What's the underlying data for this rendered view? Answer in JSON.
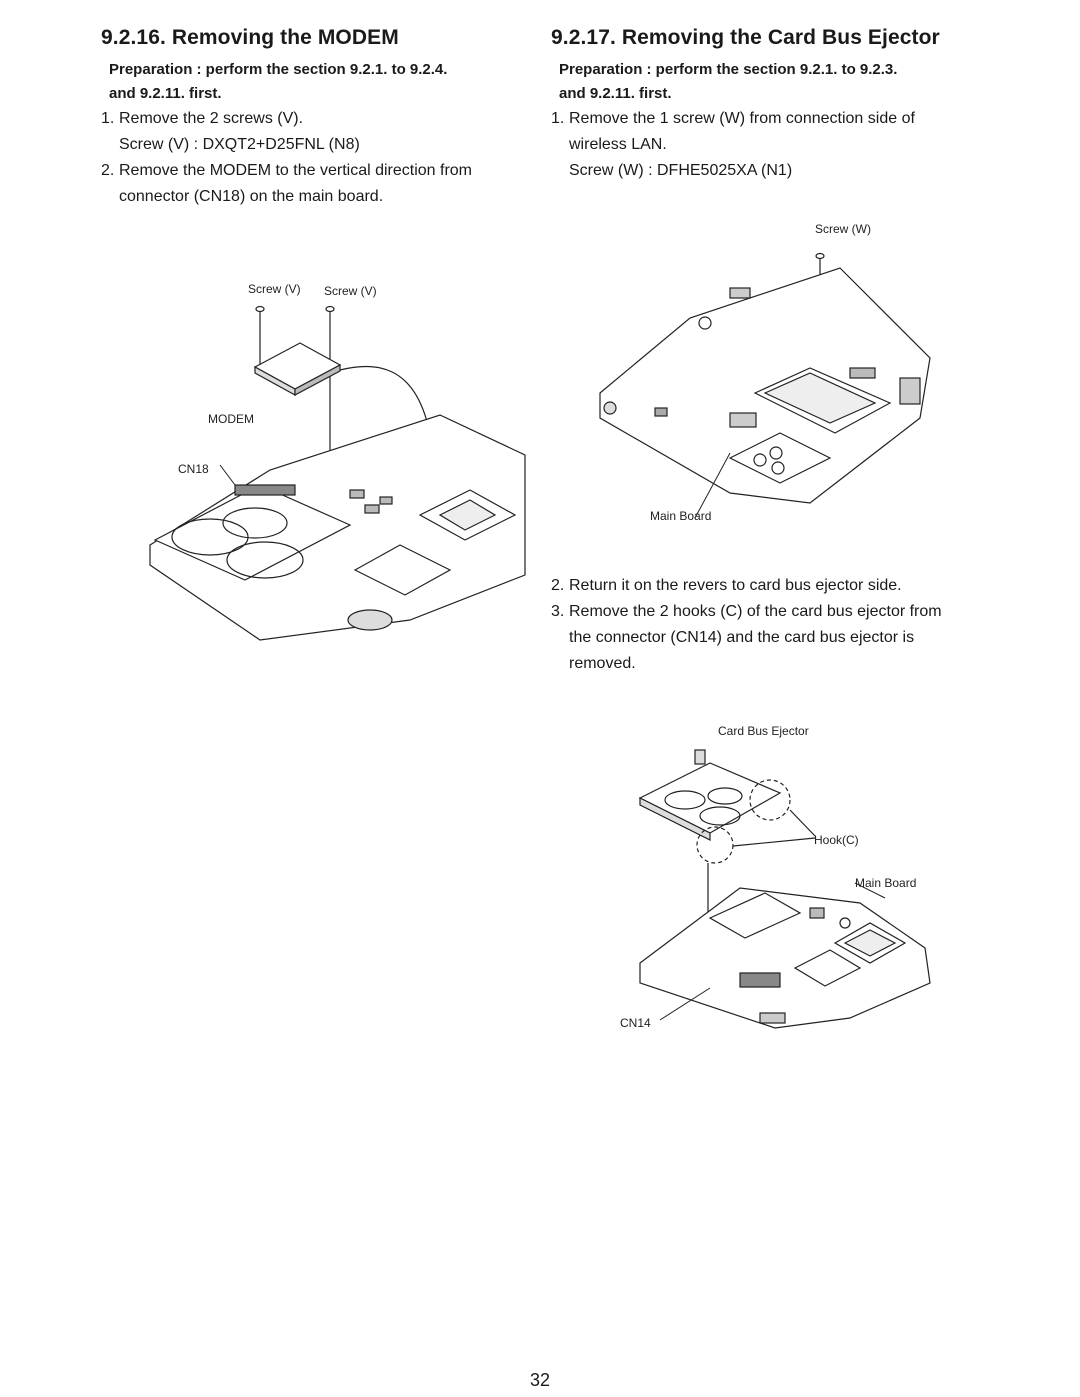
{
  "modem_section": {
    "title": "9.2.16.  Removing the MODEM",
    "preparation_line1": "Preparation : perform the section 9.2.1. to 9.2.4.",
    "preparation_line2": "and 9.2.11. first.",
    "step1_num": "1.",
    "step1_text": "Remove the 2 screws (V).",
    "step1_detail": "Screw (V) : DXQT2+D25FNL (N8)",
    "step2_num": "2.",
    "step2_line1": "Remove the MODEM to the vertical direction from",
    "step2_line2": "connector (CN18) on the main board.",
    "figure": {
      "label_screw_v_1": "Screw (V)",
      "label_screw_v_2": "Screw (V)",
      "label_modem": "MODEM",
      "label_cn18": "CN18"
    }
  },
  "card_bus_section": {
    "title": "9.2.17.  Removing the Card Bus Ejector",
    "preparation_line1": "Preparation : perform the section 9.2.1. to 9.2.3.",
    "preparation_line2": "and 9.2.11. first.",
    "step1_num": "1.",
    "step1_line1": "Remove the 1 screw (W) from connection side of",
    "step1_line2": "wireless LAN.",
    "step1_detail": "Screw (W) : DFHE5025XA (N1)",
    "figure1": {
      "label_screw_w": "Screw (W)",
      "label_main_board": "Main Board"
    },
    "step2_num": "2.",
    "step2_text": "Return it on the revers to card bus ejector side.",
    "step3_num": "3.",
    "step3_line1": "Remove the 2 hooks (C) of the card bus ejector from",
    "step3_line2": "the connector (CN14) and the card bus ejector is",
    "step3_line3": "removed.",
    "figure2": {
      "label_card_bus_ejector": "Card Bus Ejector",
      "label_hook_c": "Hook(C)",
      "label_main_board": "Main Board",
      "label_cn14": "CN14"
    }
  },
  "page_number": "32"
}
